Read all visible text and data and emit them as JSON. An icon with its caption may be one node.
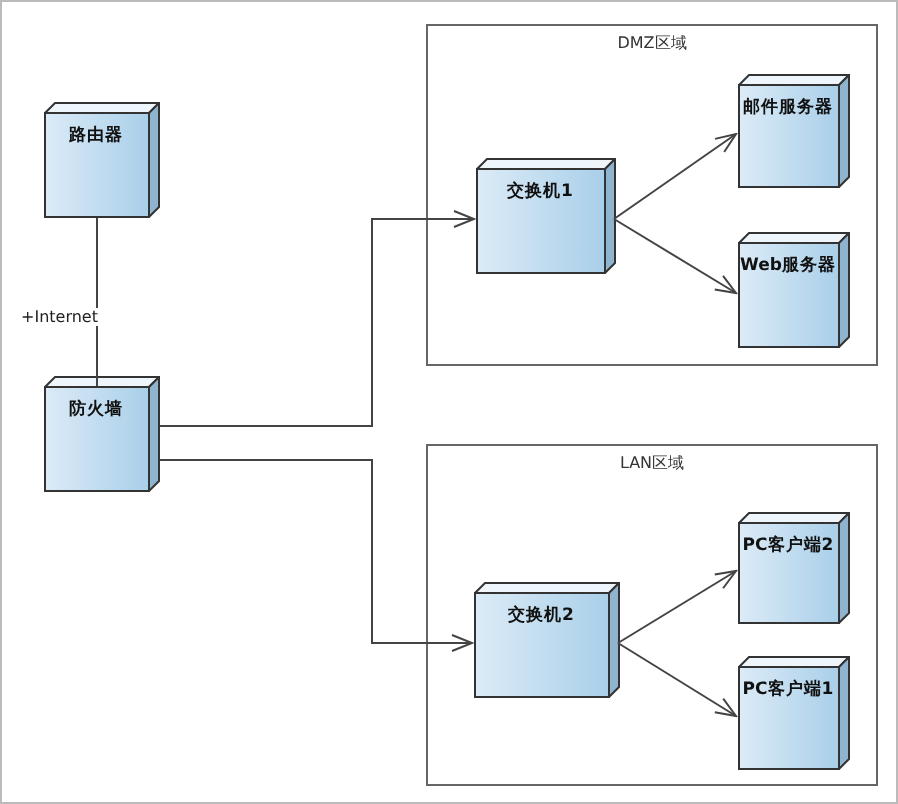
{
  "diagram": {
    "nodes": [
      {
        "text": [
          "路由器"
        ]
      },
      {
        "text": [
          "防火墙"
        ]
      },
      {
        "text": [
          "DMZ区域"
        ]
      },
      {
        "text": [
          "交换机1"
        ],
        "in": 2
      },
      {
        "text": [
          "邮件服务器"
        ],
        "in": 2
      },
      {
        "text": [
          "Web服务器"
        ],
        "in": 2
      },
      {
        "text": [
          "LAN区域"
        ]
      },
      {
        "text": [
          "交换机2"
        ],
        "in": 6
      },
      {
        "text": [
          "PC客户端2"
        ],
        "in": 6
      },
      {
        "text": [
          "PC客户端1"
        ],
        "in": 6
      }
    ],
    "edges": [
      {
        "from": 0,
        "to": 1,
        "arrow": "none",
        "label": "+Internet"
      },
      {
        "from": 1,
        "to": 3,
        "arrow": "to"
      },
      {
        "from": 1,
        "to": 7,
        "arrow": "to"
      },
      {
        "from": 3,
        "to": 4,
        "arrow": "to"
      },
      {
        "from": 3,
        "to": 5,
        "arrow": "to"
      },
      {
        "from": 7,
        "to": 8,
        "arrow": "to"
      },
      {
        "from": 7,
        "to": 9,
        "arrow": "to"
      }
    ]
  }
}
